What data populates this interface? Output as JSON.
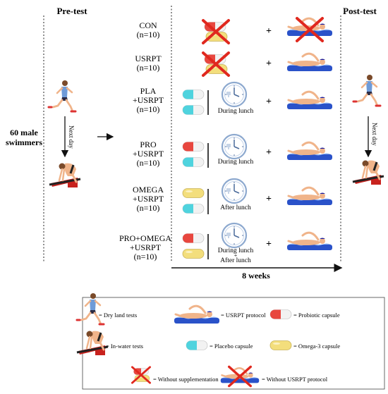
{
  "phases": {
    "pre_test": "Pre-test",
    "post_test": "Post-test",
    "next_day": "Next day",
    "duration": "8 weeks"
  },
  "subjects": {
    "line1": "60 male",
    "line2": "swimmers"
  },
  "groups": [
    {
      "name": "CON",
      "n": "(n=10)"
    },
    {
      "name": "USRPT",
      "n": "(n=10)"
    },
    {
      "name_line1": "PLA",
      "name_line2": "+USRPT",
      "n": "(n=10)",
      "timing": "During lunch"
    },
    {
      "name_line1": "PRO",
      "name_line2": "+USRPT",
      "n": "(n=10)",
      "timing": "During lunch"
    },
    {
      "name_line1": "OMEGA",
      "name_line2": "+USRPT",
      "n": "(n=10)",
      "timing": "After lunch"
    },
    {
      "name_line1": "PRO+OMEGA",
      "name_line2": "+USRPT",
      "n": "(n=10)",
      "timing_line1": "During lunch",
      "timing_plus": "+",
      "timing_line2": "After lunch"
    }
  ],
  "plus": "+",
  "legend": {
    "dry_land": "= Dry land tests",
    "usrpt": "= USRPT protocol",
    "probiotic": "= Probiotic  capsule",
    "in_water": "= In-water tests",
    "placebo": "= Placebo capsule",
    "omega3": "= Omega-3 capsule",
    "without_supp": "= Without supplementation",
    "without_usrpt": "= Without USRPT protocol"
  },
  "colors": {
    "probiotic_red": "#e8473f",
    "placebo_cyan": "#4fd3de",
    "omega_yellow": "#f3de7c",
    "cross_red": "#e0281e",
    "water_blue": "#2a52c9",
    "skin": "#f0b48a"
  }
}
